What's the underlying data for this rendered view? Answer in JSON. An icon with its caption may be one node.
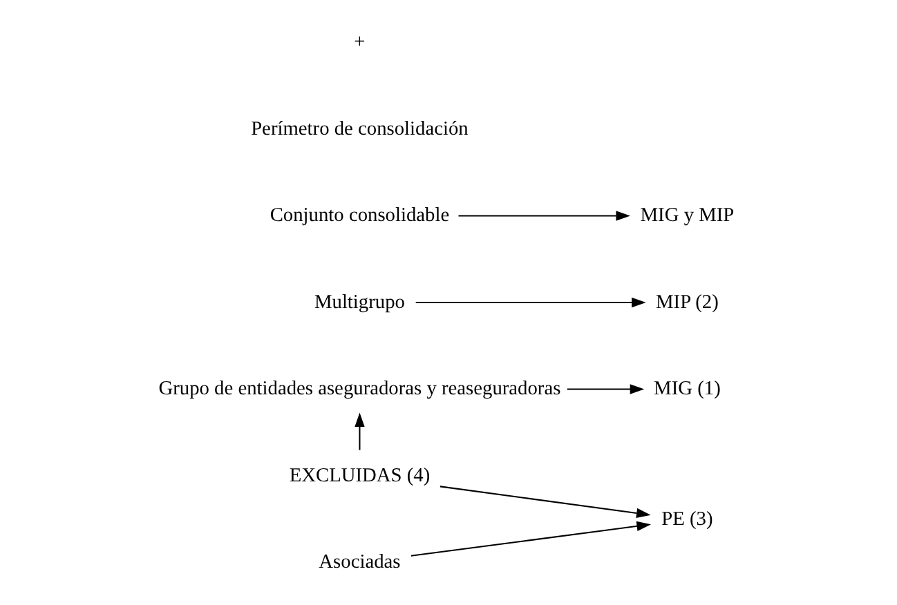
{
  "diagram": {
    "nodes": [
      {
        "text": [
          "Grupo de entidades aseguradoras y reaseguradoras"
        ]
      },
      {
        "text": [
          "MIG (1)"
        ]
      },
      {
        "text": [
          "Multigrupo"
        ]
      },
      {
        "text": [
          "MIP (2)"
        ]
      },
      {
        "text": [
          "Conjunto consolidable"
        ]
      },
      {
        "text": [
          "MIG y MIP"
        ]
      },
      {
        "text": [
          "Perímetro de consolidación"
        ]
      },
      {
        "text": [
          "Asociadas"
        ]
      },
      {
        "text": [
          "PE (3)"
        ]
      },
      {
        "text": [
          "EXCLUIDAS (4)"
        ]
      }
    ],
    "edges": [
      {
        "from": 0,
        "to": 1,
        "arrow": "to"
      },
      {
        "from": 2,
        "to": 3,
        "arrow": "to"
      },
      {
        "from": 4,
        "to": 5,
        "arrow": "to"
      },
      {
        "from": 7,
        "to": 8,
        "arrow": "to"
      },
      {
        "from": 9,
        "to": 8,
        "arrow": "to"
      },
      {
        "from": 9,
        "to": 0,
        "arrow": "to"
      }
    ],
    "labels": [
      "+"
    ]
  }
}
